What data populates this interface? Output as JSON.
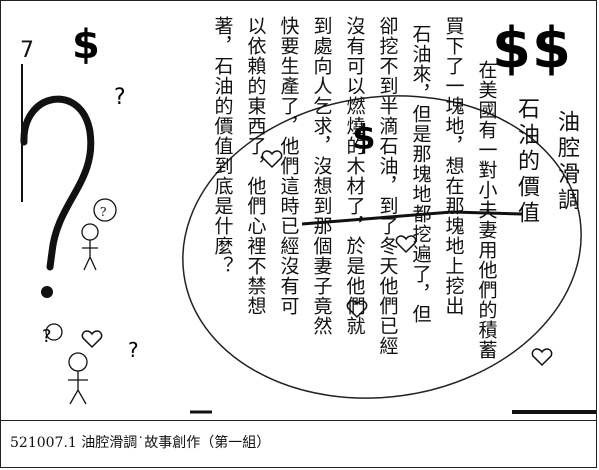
{
  "title": "油腔滑調",
  "subtitle": "石油的價值",
  "story_columns": [
    "在美國有一對小夫妻用他們的積蓄",
    "買下了一塊地，想在那塊地上挖出",
    "石油來，但是那塊地都挖遍了，但",
    "卻挖不到半滴石油，到了冬天他們已經",
    "沒有可以燃燒的木材了，於是他們就",
    "到處向人乞求，沒想到那個妻子竟然",
    "快要生產了，他們這時已經沒有可",
    "以依賴的東西了，他們心裡不禁想",
    "著，石油的價值到底是什麼？"
  ],
  "side_mark": "7",
  "caption": "521007.1 油腔滑調˙故事創作（第一組）",
  "icons": [
    "dollar-sign-icon",
    "dollar-sign-icon",
    "dollar-sign-icon",
    "heart-icon",
    "question-mark-icon",
    "person-doodle-icon"
  ]
}
